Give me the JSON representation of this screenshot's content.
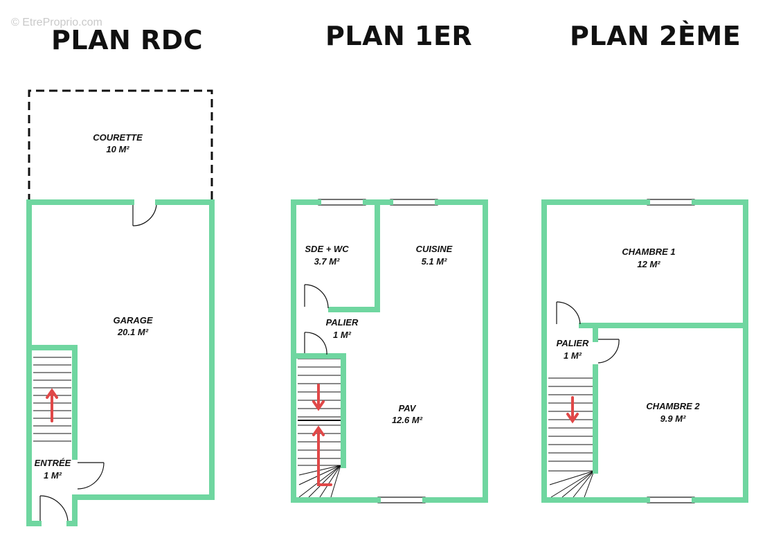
{
  "watermark": "© EtreProprio.com",
  "plans": {
    "rdc": {
      "title": "PLAN RDC",
      "rooms": {
        "courette": {
          "name": "COURETTE",
          "area": "10 M²"
        },
        "garage": {
          "name": "GARAGE",
          "area": "20.1 M²"
        },
        "entree": {
          "name": "ENTRÉE",
          "area": "1 M²"
        }
      }
    },
    "premier": {
      "title": "PLAN 1ER",
      "rooms": {
        "sde": {
          "name": "SDE + WC",
          "area": "3.7 M²"
        },
        "cuisine": {
          "name": "CUISINE",
          "area": "5.1 M²"
        },
        "palier": {
          "name": "PALIER",
          "area": "1 M²"
        },
        "pav": {
          "name": "PAV",
          "area": "12.6 M²"
        }
      }
    },
    "deuxieme": {
      "title": "PLAN 2ÈME",
      "rooms": {
        "chambre1": {
          "name": "CHAMBRE 1",
          "area": "12 M²"
        },
        "palier": {
          "name": "PALIER",
          "area": "1 M²"
        },
        "chambre2": {
          "name": "CHAMBRE 2",
          "area": "9.9 M²"
        }
      }
    }
  },
  "colors": {
    "wall": "#6fd6a0",
    "arrow": "#e04848",
    "outline": "#111111"
  }
}
